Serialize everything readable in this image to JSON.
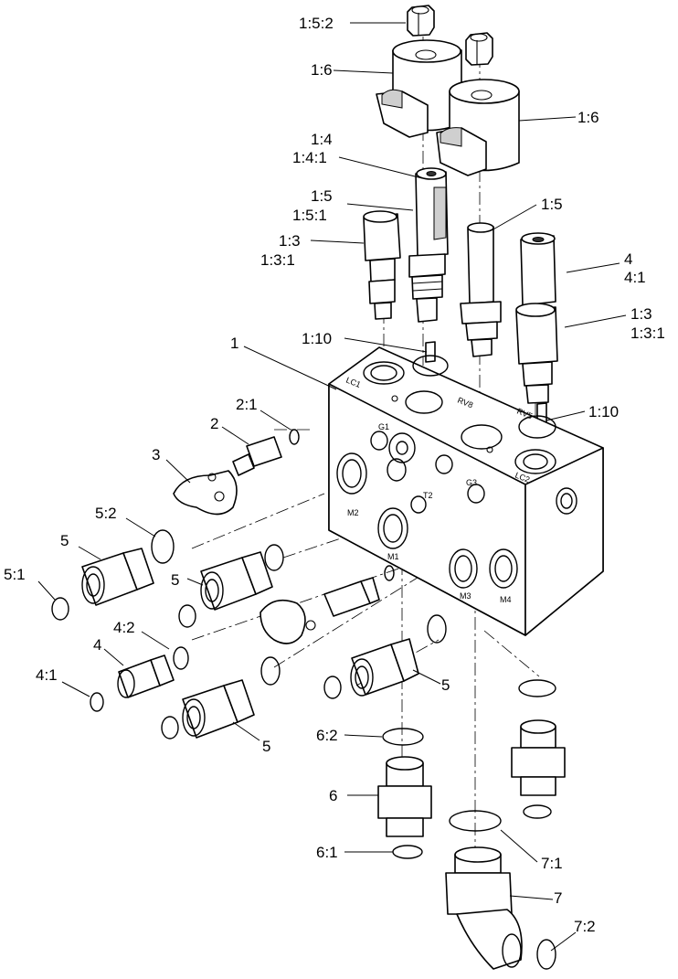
{
  "callouts": {
    "c_1_5_2": "1:5:2",
    "c_1_6_a": "1:6",
    "c_1_6_b": "1:6",
    "c_1_4": "1:4",
    "c_1_4_1": "1:4:1",
    "c_1_5_a": "1:5",
    "c_1_5_1": "1:5:1",
    "c_1_5_b": "1:5",
    "c_1_3_a": "1:3",
    "c_1_3_1_a": "1:3:1",
    "c_4_a": "4",
    "c_4_1_a": "4:1",
    "c_1_3_b": "1:3",
    "c_1_3_1_b": "1:3:1",
    "c_1": "1",
    "c_1_10_a": "1:10",
    "c_1_10_b": "1:10",
    "c_2_1": "2:1",
    "c_2": "2",
    "c_3": "3",
    "c_5_2": "5:2",
    "c_5_a": "5",
    "c_5_1": "5:1",
    "c_5_b": "5",
    "c_4_2": "4:2",
    "c_4_b": "4",
    "c_4_1_b": "4:1",
    "c_5_c": "5",
    "c_5_d": "5",
    "c_6_2": "6:2",
    "c_6": "6",
    "c_6_1": "6:1",
    "c_7_1": "7:1",
    "c_7": "7",
    "c_7_2": "7:2"
  },
  "ports": {
    "lc1": "LC1",
    "rv8": "RV8",
    "rv5": "RV5",
    "lc2": "LC2",
    "g1": "G1",
    "g3": "G3",
    "t2": "T2",
    "m2": "M2",
    "m1": "M1",
    "m3": "M3",
    "m4": "M4"
  }
}
